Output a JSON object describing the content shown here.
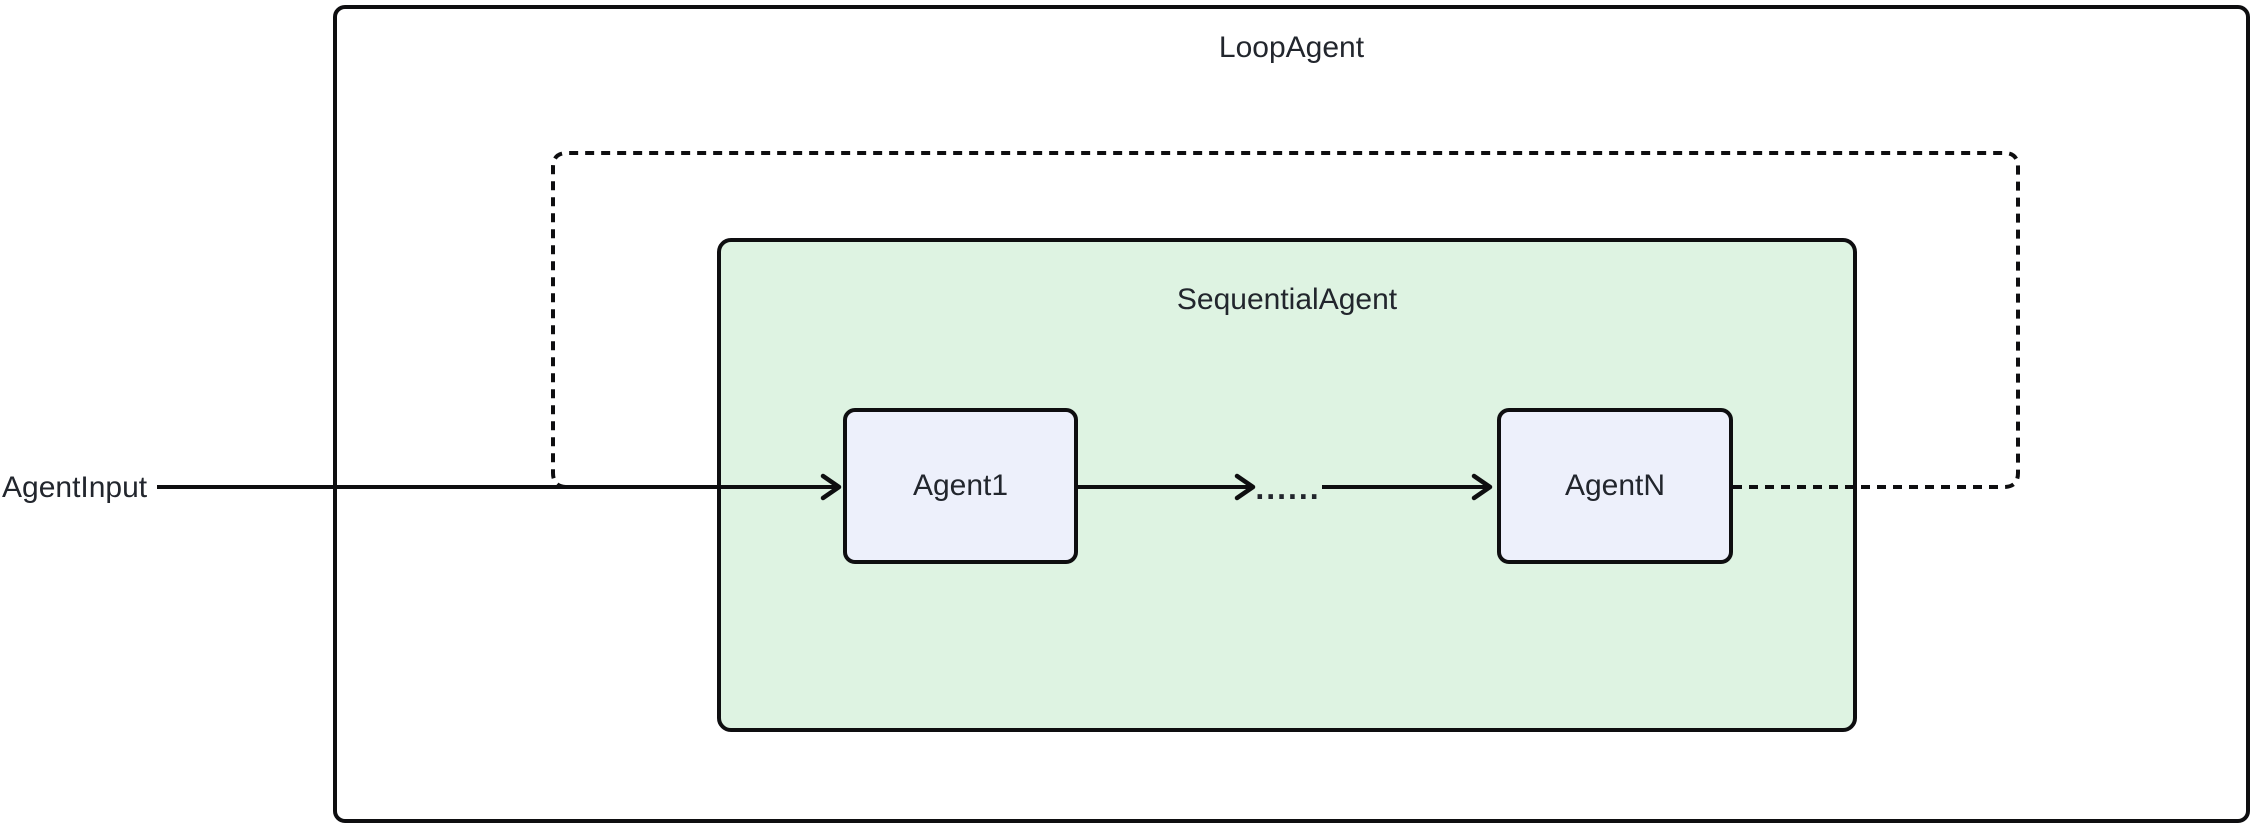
{
  "diagram": {
    "loop_agent": {
      "label": "LoopAgent"
    },
    "sequential_agent": {
      "label": "SequentialAgent"
    },
    "nodes": {
      "agent1": {
        "label": "Agent1"
      },
      "agent_n": {
        "label": "AgentN"
      }
    },
    "input": {
      "label": "AgentInput"
    },
    "edge_ellipsis": "......"
  },
  "colors": {
    "stroke": "#0e0e10",
    "text": "#22262d",
    "sequential_fill": "#def3e2",
    "node_fill": "#edf0fb",
    "background": "#ffffff"
  }
}
